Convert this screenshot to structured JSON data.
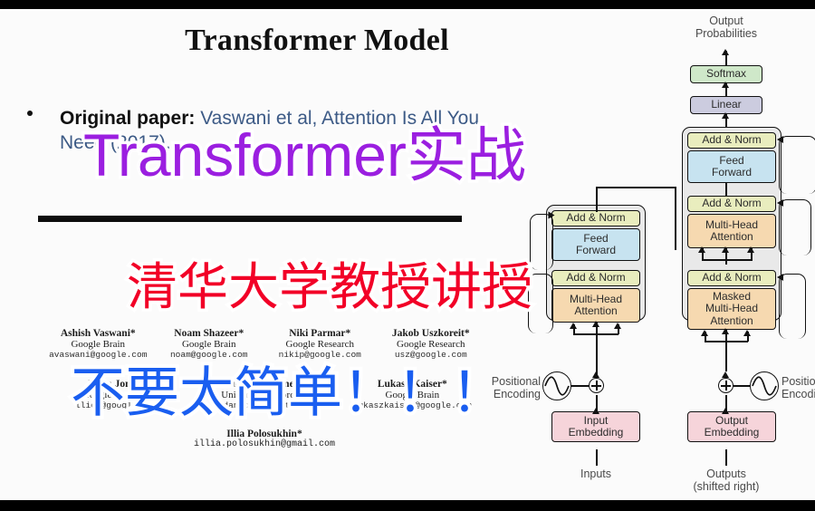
{
  "slide": {
    "title": "Transformer Model",
    "bullet": {
      "lead": "Original paper:",
      "rest": " Vaswani et al, Attention Is All You Need (2017)."
    },
    "paper": {
      "authors_row1": [
        {
          "name": "Ashish Vaswani*",
          "affiliation": "Google Brain",
          "email": "avaswani@google.com"
        },
        {
          "name": "Noam Shazeer*",
          "affiliation": "Google Brain",
          "email": "noam@google.com"
        },
        {
          "name": "Niki Parmar*",
          "affiliation": "Google Research",
          "email": "nikip@google.com"
        },
        {
          "name": "Jakob Uszkoreit*",
          "affiliation": "Google Research",
          "email": "usz@google.com"
        }
      ],
      "authors_row2": [
        {
          "name": "Llion Jones*",
          "affiliation": "Google Research",
          "email": "llion@google.com"
        },
        {
          "name": "Aidan N. Gomez*",
          "affiliation": "University of Toronto",
          "email": "aidan@cs.toronto.edu"
        },
        {
          "name": "Lukasz Kaiser*",
          "affiliation": "Google Brain",
          "email": "lukaszkaiser@google.com"
        }
      ],
      "last_author": {
        "name": "Illia Polosukhin*",
        "email": "illia.polosukhin@gmail.com"
      }
    }
  },
  "diagram": {
    "top_label": "Output\nProbabilities",
    "softmax": "Softmax",
    "linear": "Linear",
    "add_norm": "Add & Norm",
    "feed_forward": "Feed\nForward",
    "multi_head_attention": "Multi-Head\nAttention",
    "masked_multi_head_attention": "Masked\nMulti-Head\nAttention",
    "input_embedding": "Input\nEmbedding",
    "output_embedding": "Output\nEmbedding",
    "positional_encoding_left": "Positional\nEncoding",
    "positional_encoding_right": "Positional\nEncoding",
    "inputs": "Inputs",
    "outputs": "Outputs\n(shifted right)",
    "colors": {
      "softmax": "#cfe8c9",
      "linear": "#ccccdf",
      "add_norm": "#e9edbe",
      "feed_forward": "#c7e3f0",
      "attention": "#f6d9b0",
      "embedding": "#f6d4da",
      "stack_background": "#e9e9e9"
    }
  },
  "overlay": {
    "headline": "Transformer实战",
    "subline": "清华大学教授讲授",
    "tagline": "不要太简单！！！",
    "colors": {
      "headline": "#9b1fe0",
      "subline": "#f20027",
      "tagline": "#1a5ef0",
      "outline": "#ffffff"
    }
  },
  "frame": {
    "letterbox_color": "#000000",
    "slide_background": "#fbfbfb"
  }
}
